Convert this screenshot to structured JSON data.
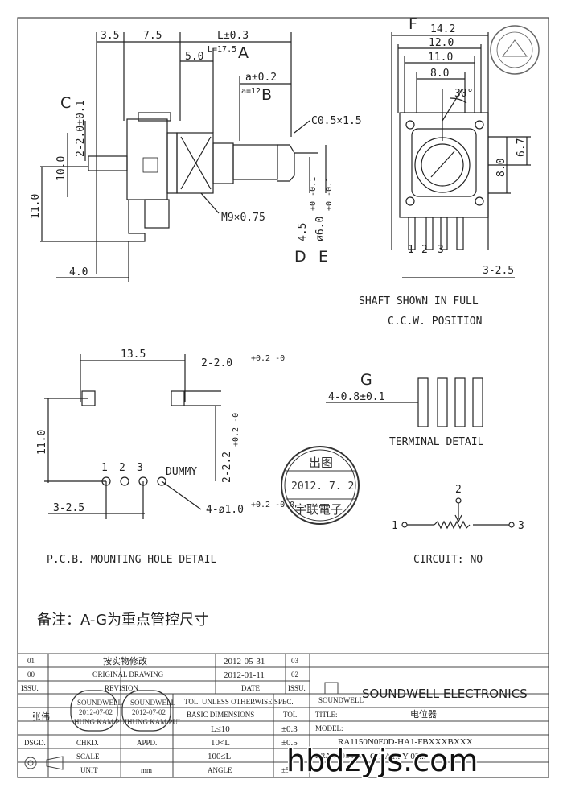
{
  "dimensions": {
    "top_3_5": "3.5",
    "top_7_5": "7.5",
    "L": "L±0.3",
    "L_value": "L=17.5",
    "dim_5_0": "5.0",
    "a": "a±0.2",
    "a_value": "a=12",
    "C_dim": "2-2.0±0.1",
    "dim_10_0": "10.0",
    "dim_11_0": "11.0",
    "chamfer": "C0.5×1.5",
    "thread": "M9×0.75",
    "D_dim": "4.5",
    "D_tol": "+0 -0.1",
    "E_dim": "ø6.0",
    "E_tol": "+0 -0.1",
    "left_4_0": "4.0",
    "F_14_2": "14.2",
    "F_12_0": "12.0",
    "F_11_0": "11.0",
    "F_8_0": "8.0",
    "angle": "30°",
    "side_6_7": "6.7",
    "side_8_0": "8.0",
    "pitch": "3-2.5",
    "pcb_13_5": "13.5",
    "pcb_slot": "2-2.0",
    "pcb_slot_tol": "+0.2 -0",
    "pcb_11_0": "11.0",
    "pcb_vert_slot": "2-2.2",
    "pcb_vert_tol": "+0.2 -0",
    "pcb_pitch": "3-2.5",
    "pcb_holes": "4-ø1.0",
    "pcb_holes_tol": "+0.2 -0.0",
    "term_width": "4-0.8±0.1"
  },
  "letters": {
    "A": "A",
    "B": "B",
    "C": "C",
    "D": "D",
    "E": "E",
    "F": "F",
    "G": "G"
  },
  "pins": {
    "p1": "1",
    "p2": "2",
    "p3": "3",
    "dummy": "DUMMY"
  },
  "captions": {
    "shaft_1": "SHAFT SHOWN IN FULL",
    "shaft_2": "C.C.W. POSITION",
    "terminal": "TERMINAL DETAIL",
    "pcb": "P.C.B. MOUNTING HOLE DETAIL",
    "circuit": "CIRCUIT: NO",
    "note": "备注：A-G为重点管控尺寸"
  },
  "stamp_main": {
    "top": "出图",
    "date": "2012. 7. 2",
    "bottom": "宇联電子"
  },
  "title_block": {
    "rows": [
      {
        "no": "01",
        "desc": "按实物修改",
        "date": "2012-05-31",
        "seq": "03"
      },
      {
        "no": "00",
        "desc": "ORIGINAL  DRAWING",
        "date": "2012-01-11",
        "seq": "02"
      }
    ],
    "header": {
      "issu": "ISSU.",
      "revision": "REVISION",
      "date": "DATE",
      "issu2": "ISSU."
    },
    "company": "SOUNDWELL ELECTRONICS",
    "company_logo": "SOUNDWELL",
    "drawer": "张伟",
    "tol_header": "TOL. UNLESS OTHERWISE SPEC.",
    "basic_dims": "BASIC DIMENSIONS",
    "tol": "TOL.",
    "tol_rows": [
      {
        "range": "L≤10",
        "tol": "±0.3"
      },
      {
        "range": "10<L",
        "tol": "±0.5"
      },
      {
        "range": "100≤L",
        "tol": ""
      }
    ],
    "angle": "ANGLE",
    "angle_tol": "±5",
    "title_label": "TITLE:",
    "title_value": "电位器",
    "model_label": "MODEL:",
    "model_value": "RA1150N0E0D-HA1-FBXXXBXXX",
    "drawing_no_label": "DRAWING NO:",
    "drawing_no_value": "C-RA1...Y-02...",
    "labels": {
      "dsgd": "DSGD.",
      "chkd": "CHKD.",
      "appd": "APPD.",
      "scale": "SCALE",
      "unit": "UNIT",
      "unit_value": "mm"
    },
    "stamps": [
      {
        "name": "SOUNDWELL",
        "date": "2012-07-02",
        "place": "HUNG KAM PUI"
      },
      {
        "name": "SOUNDWELL",
        "date": "2012-07-02",
        "place": "HUNG KAM PUI"
      }
    ]
  },
  "watermark": "hbdzyjs.com"
}
